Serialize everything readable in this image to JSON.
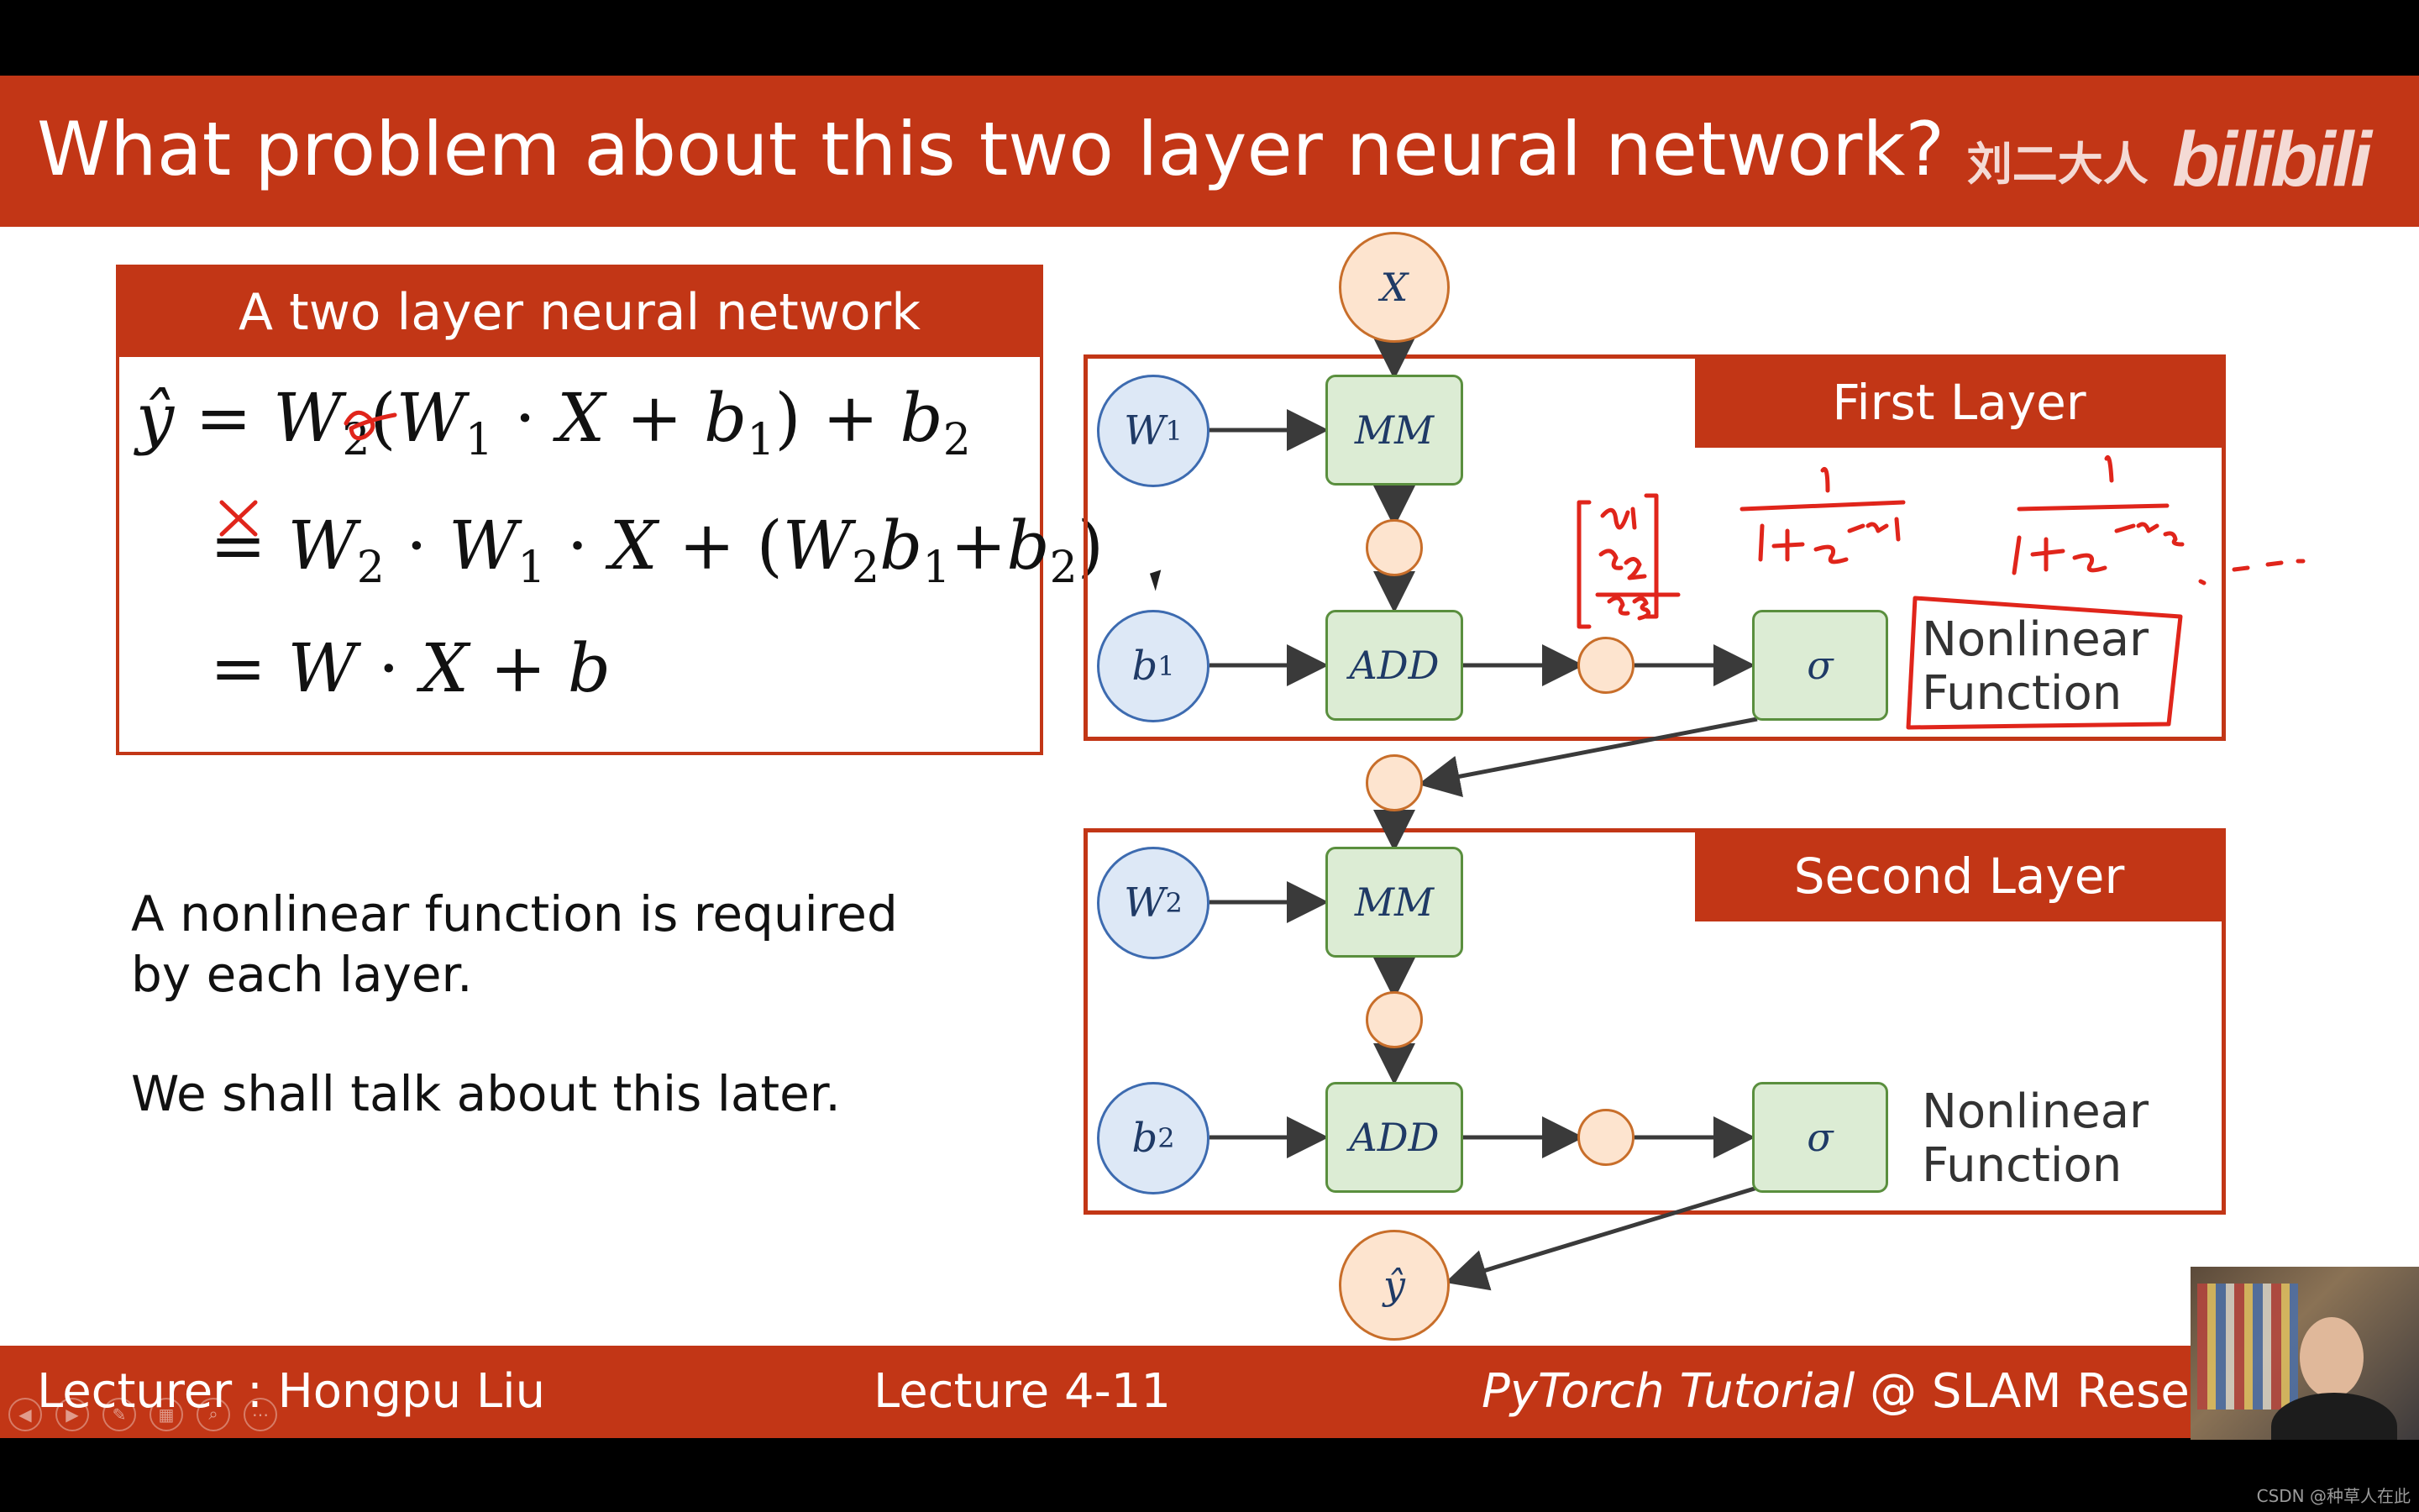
{
  "slide": {
    "title": "What problem about this two layer neural network?",
    "watermark_name": "刘二大人",
    "watermark_logo": "bilibili",
    "box_title": "A two layer neural network",
    "text1_line1": "A nonlinear function is required",
    "text1_line2": "by each layer.",
    "text2": "We shall talk about this later."
  },
  "diagram": {
    "input_label": "X",
    "output_label": "ŷ",
    "first_layer_label": "First Layer",
    "second_layer_label": "Second Layer",
    "layer1": {
      "weight": "W",
      "weight_sub": "1",
      "bias": "b",
      "bias_sub": "1",
      "mm": "MM",
      "add": "ADD",
      "act": "σ"
    },
    "layer2": {
      "weight": "W",
      "weight_sub": "2",
      "bias": "b",
      "bias_sub": "2",
      "mm": "MM",
      "add": "ADD",
      "act": "σ"
    },
    "nonlinear_line1": "Nonlinear",
    "nonlinear_line2": "Function"
  },
  "footer": {
    "lecturer": "Lecturer : Hongpu Liu",
    "lecture": "Lecture 4-11",
    "tutorial": "PyTorch Tutorial",
    "lab": " @ SLAM Resear"
  },
  "overlay": {
    "csdn_credit": "CSDN @种草人在此",
    "play_icon": "play-icon"
  },
  "colors": {
    "accent": "#c23616",
    "node_blue": "#dde8f6",
    "node_green": "#dcecd4",
    "node_orange": "#fde4cf",
    "annotation": "#e0251b"
  }
}
